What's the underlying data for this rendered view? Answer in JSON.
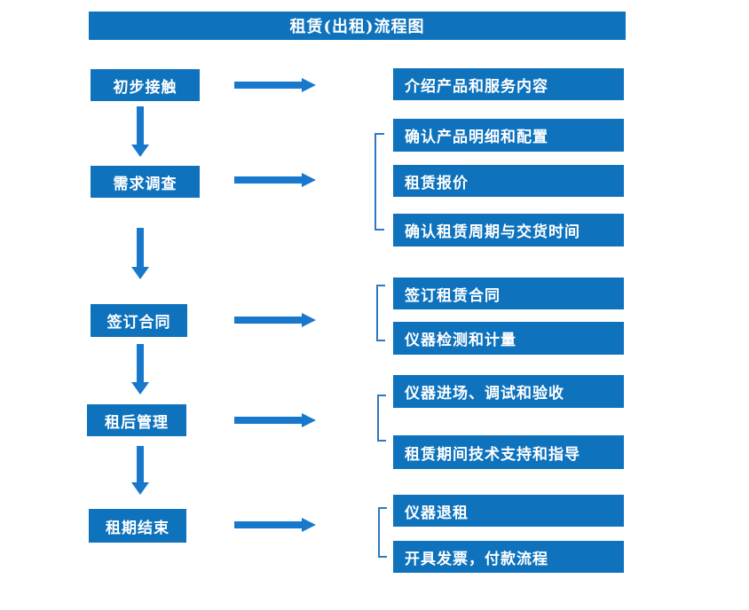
{
  "title": "租赁(出租)流程图",
  "flow": {
    "steps": [
      {
        "label": "初步接触",
        "outputs": [
          "介绍产品和服务内容"
        ]
      },
      {
        "label": "需求调查",
        "outputs": [
          "确认产品明细和配置",
          "租赁报价",
          "确认租赁周期与交货时间"
        ]
      },
      {
        "label": "签订合同",
        "outputs": [
          "签订租赁合同",
          "仪器检测和计量"
        ]
      },
      {
        "label": "租后管理",
        "outputs": [
          "仪器进场、调试和验收",
          "租赁期间技术支持和指导"
        ]
      },
      {
        "label": "租期结束",
        "outputs": [
          "仪器退租",
          "开具发票，付款流程"
        ]
      }
    ]
  },
  "colors": {
    "box_blue": "#0E72BD",
    "arrow_blue": "#1878CC",
    "bracket_blue": "#2E79C0",
    "text": "#FFFFFF",
    "background": "#FFFFFF"
  }
}
